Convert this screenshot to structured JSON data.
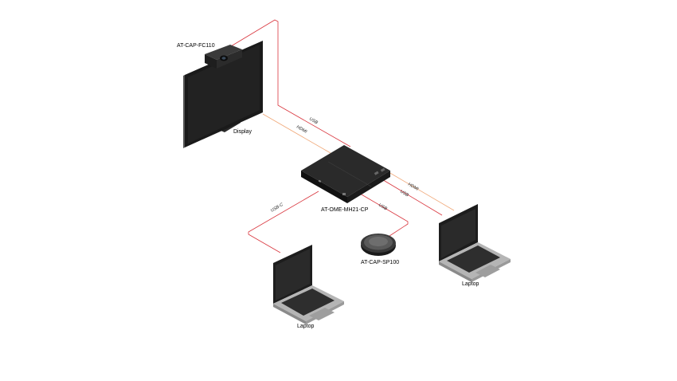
{
  "devices": {
    "camera": "AT-CAP-FC110",
    "display": "Display",
    "switcher": "AT-OME-MH21-CP",
    "speakerphone": "AT-CAP-SP100",
    "laptop_left": "Laptop",
    "laptop_right": "Laptop"
  },
  "connections": {
    "display_usb": "USB",
    "display_hdmi": "HDMI",
    "right_hdmi": "HDMI",
    "right_usb": "USB",
    "left_usbc": "USB-C",
    "speaker_usb": "USB"
  },
  "colors": {
    "usb_line": "#d9363e",
    "hdmi_line": "#f0a878",
    "device_body": "#1c1c1c"
  }
}
